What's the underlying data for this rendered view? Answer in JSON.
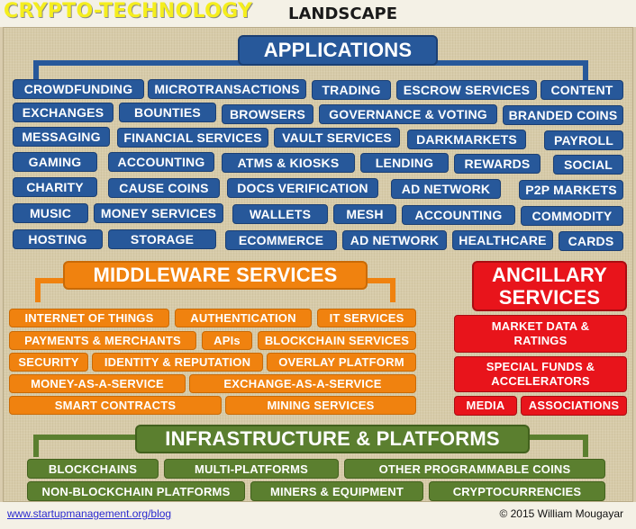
{
  "title": {
    "main": "CRYPTO-TECHNOLOGY",
    "sub": "LANDSCAPE"
  },
  "footer": {
    "link": "www.startupmanagement.org/blog",
    "copyright": "© 2015 William Mougayar"
  },
  "applications": {
    "header": "APPLICATIONS",
    "items": [
      "CROWDFUNDING",
      "MICROTRANSACTIONS",
      "TRADING",
      "ESCROW SERVICES",
      "CONTENT",
      "EXCHANGES",
      "BOUNTIES",
      "BROWSERS",
      "GOVERNANCE & VOTING",
      "BRANDED COINS",
      "MESSAGING",
      "FINANCIAL SERVICES",
      "VAULT SERVICES",
      "DARKMARKETS",
      "PAYROLL",
      "GAMING",
      "ACCOUNTING",
      "ATMS & KIOSKS",
      "LENDING",
      "REWARDS",
      "SOCIAL",
      "CHARITY",
      "CAUSE COINS",
      "DOCS VERIFICATION",
      "AD NETWORK",
      "P2P MARKETS",
      "MUSIC",
      "MONEY SERVICES",
      "WALLETS",
      "MESH",
      "ACCOUNTING",
      "COMMODITY",
      "HOSTING",
      "STORAGE",
      "ECOMMERCE",
      "AD NETWORK",
      "HEALTHCARE",
      "CARDS"
    ]
  },
  "middleware": {
    "header": "MIDDLEWARE SERVICES",
    "items": [
      "INTERNET OF THINGS",
      "AUTHENTICATION",
      "IT SERVICES",
      "PAYMENTS & MERCHANTS",
      "APIs",
      "BLOCKCHAIN SERVICES",
      "SECURITY",
      "IDENTITY & REPUTATION",
      "OVERLAY PLATFORM",
      "MONEY-AS-A-SERVICE",
      "EXCHANGE-AS-A-SERVICE",
      "SMART CONTRACTS",
      "MINING SERVICES"
    ]
  },
  "ancillary": {
    "header_line1": "ANCILLARY",
    "header_line2": "SERVICES",
    "items": [
      {
        "line1": "MARKET DATA &",
        "line2": "RATINGS"
      },
      {
        "line1": "SPECIAL FUNDS &",
        "line2": "ACCELERATORS"
      }
    ],
    "small_items": [
      "MEDIA",
      "ASSOCIATIONS"
    ]
  },
  "infrastructure": {
    "header": "INFRASTRUCTURE & PLATFORMS",
    "items": [
      "BLOCKCHAINS",
      "MULTI-PLATFORMS",
      "OTHER PROGRAMMABLE COINS",
      "NON-BLOCKCHAIN PLATFORMS",
      "MINERS & EQUIPMENT",
      "CRYPTOCURRENCIES"
    ]
  },
  "colors": {
    "applications": "#27589a",
    "middleware": "#f0820f",
    "ancillary": "#e8141b",
    "infrastructure": "#5b7f2f",
    "title_yellow": "#f5ee1e"
  }
}
